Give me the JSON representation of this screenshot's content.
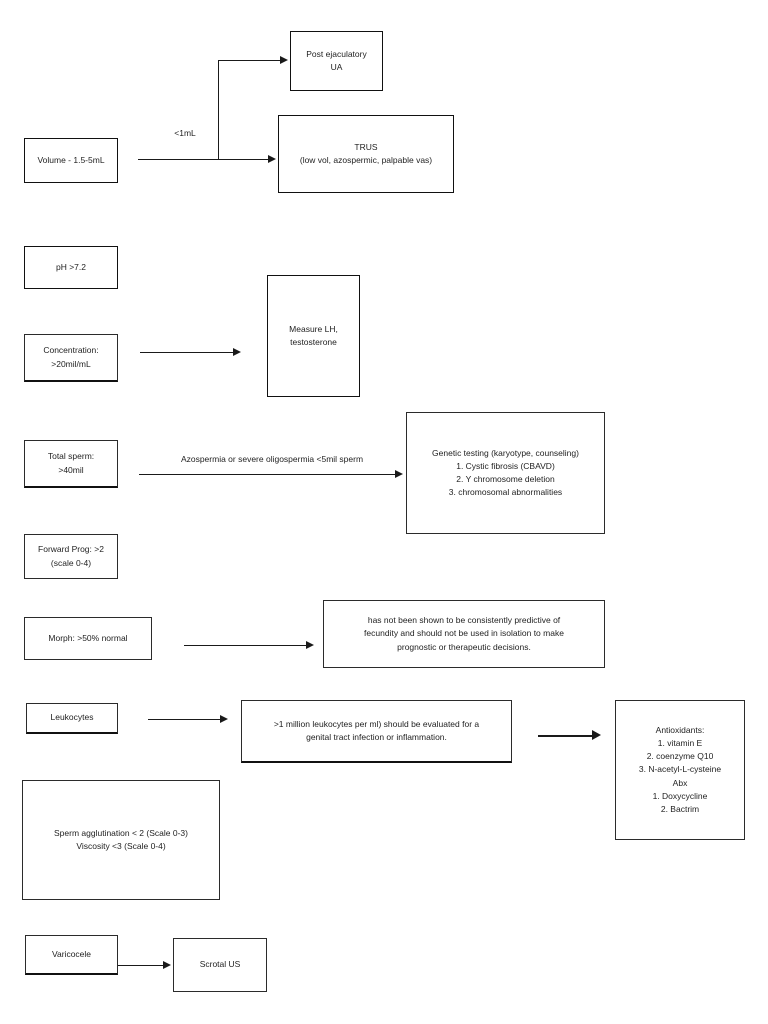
{
  "diagram": {
    "title": "Semen analysis abnormal-parameter workup flowchart",
    "background_color": "#ffffff",
    "line_color": "#1a1a1a"
  },
  "nodes": {
    "volume": {
      "lines": [
        "Volume - 1.5-5mL"
      ]
    },
    "post_ejaculatory_ua": {
      "lines": [
        "Post ejaculatory",
        "UA"
      ]
    },
    "trus": {
      "lines": [
        "TRUS",
        "(low vol, azospermic, palpable vas)"
      ]
    },
    "ph": {
      "lines": [
        "pH >7.2"
      ]
    },
    "concentration": {
      "lines": [
        "Concentration:",
        ">20mil/mL"
      ]
    },
    "measure_lh": {
      "lines": [
        "Measure LH,",
        "testosterone"
      ]
    },
    "total_sperm": {
      "lines": [
        "Total sperm:",
        ">40mil"
      ]
    },
    "genetic_testing": {
      "lines": [
        "Genetic testing (karyotype, counseling)",
        "1. Cystic fibrosis (CBAVD)",
        "2. Y chromosome deletion",
        "3. chromosomal abnormalities"
      ]
    },
    "forward_prog": {
      "lines": [
        "Forward Prog: >2",
        "(scale 0-4)"
      ]
    },
    "morph": {
      "lines": [
        "Morph: >50% normal"
      ]
    },
    "morph_note": {
      "lines": [
        "has not been shown to be consistently predictive of",
        "fecundity and should not be used in isolation to make",
        "prognostic or therapeutic decisions."
      ]
    },
    "leukocytes": {
      "lines": [
        "Leukocytes"
      ]
    },
    "leukocytes_note": {
      "lines": [
        ">1 million leukocytes per ml) should be evaluated for a",
        "genital tract infection or inflammation."
      ]
    },
    "treatment": {
      "lines": [
        "Antioxidants:",
        "1. vitamin E",
        "2. coenzyme Q10",
        "3. N-acetyl-L-cysteine",
        "",
        "Abx",
        "1. Doxycycline",
        "2. Bactrim"
      ]
    },
    "agglutination": {
      "lines": [
        "Sperm agglutination < 2 (Scale 0-3)",
        "Viscosity <3 (Scale 0-4)"
      ]
    },
    "varicocele": {
      "lines": [
        "Varicocele"
      ]
    },
    "scrotal_us": {
      "lines": [
        "Scrotal US"
      ]
    }
  },
  "edge_labels": {
    "volume_branch": "<1mL",
    "total_sperm_to_genetics": "Azospermia or severe oligospermia <5mil sperm"
  }
}
